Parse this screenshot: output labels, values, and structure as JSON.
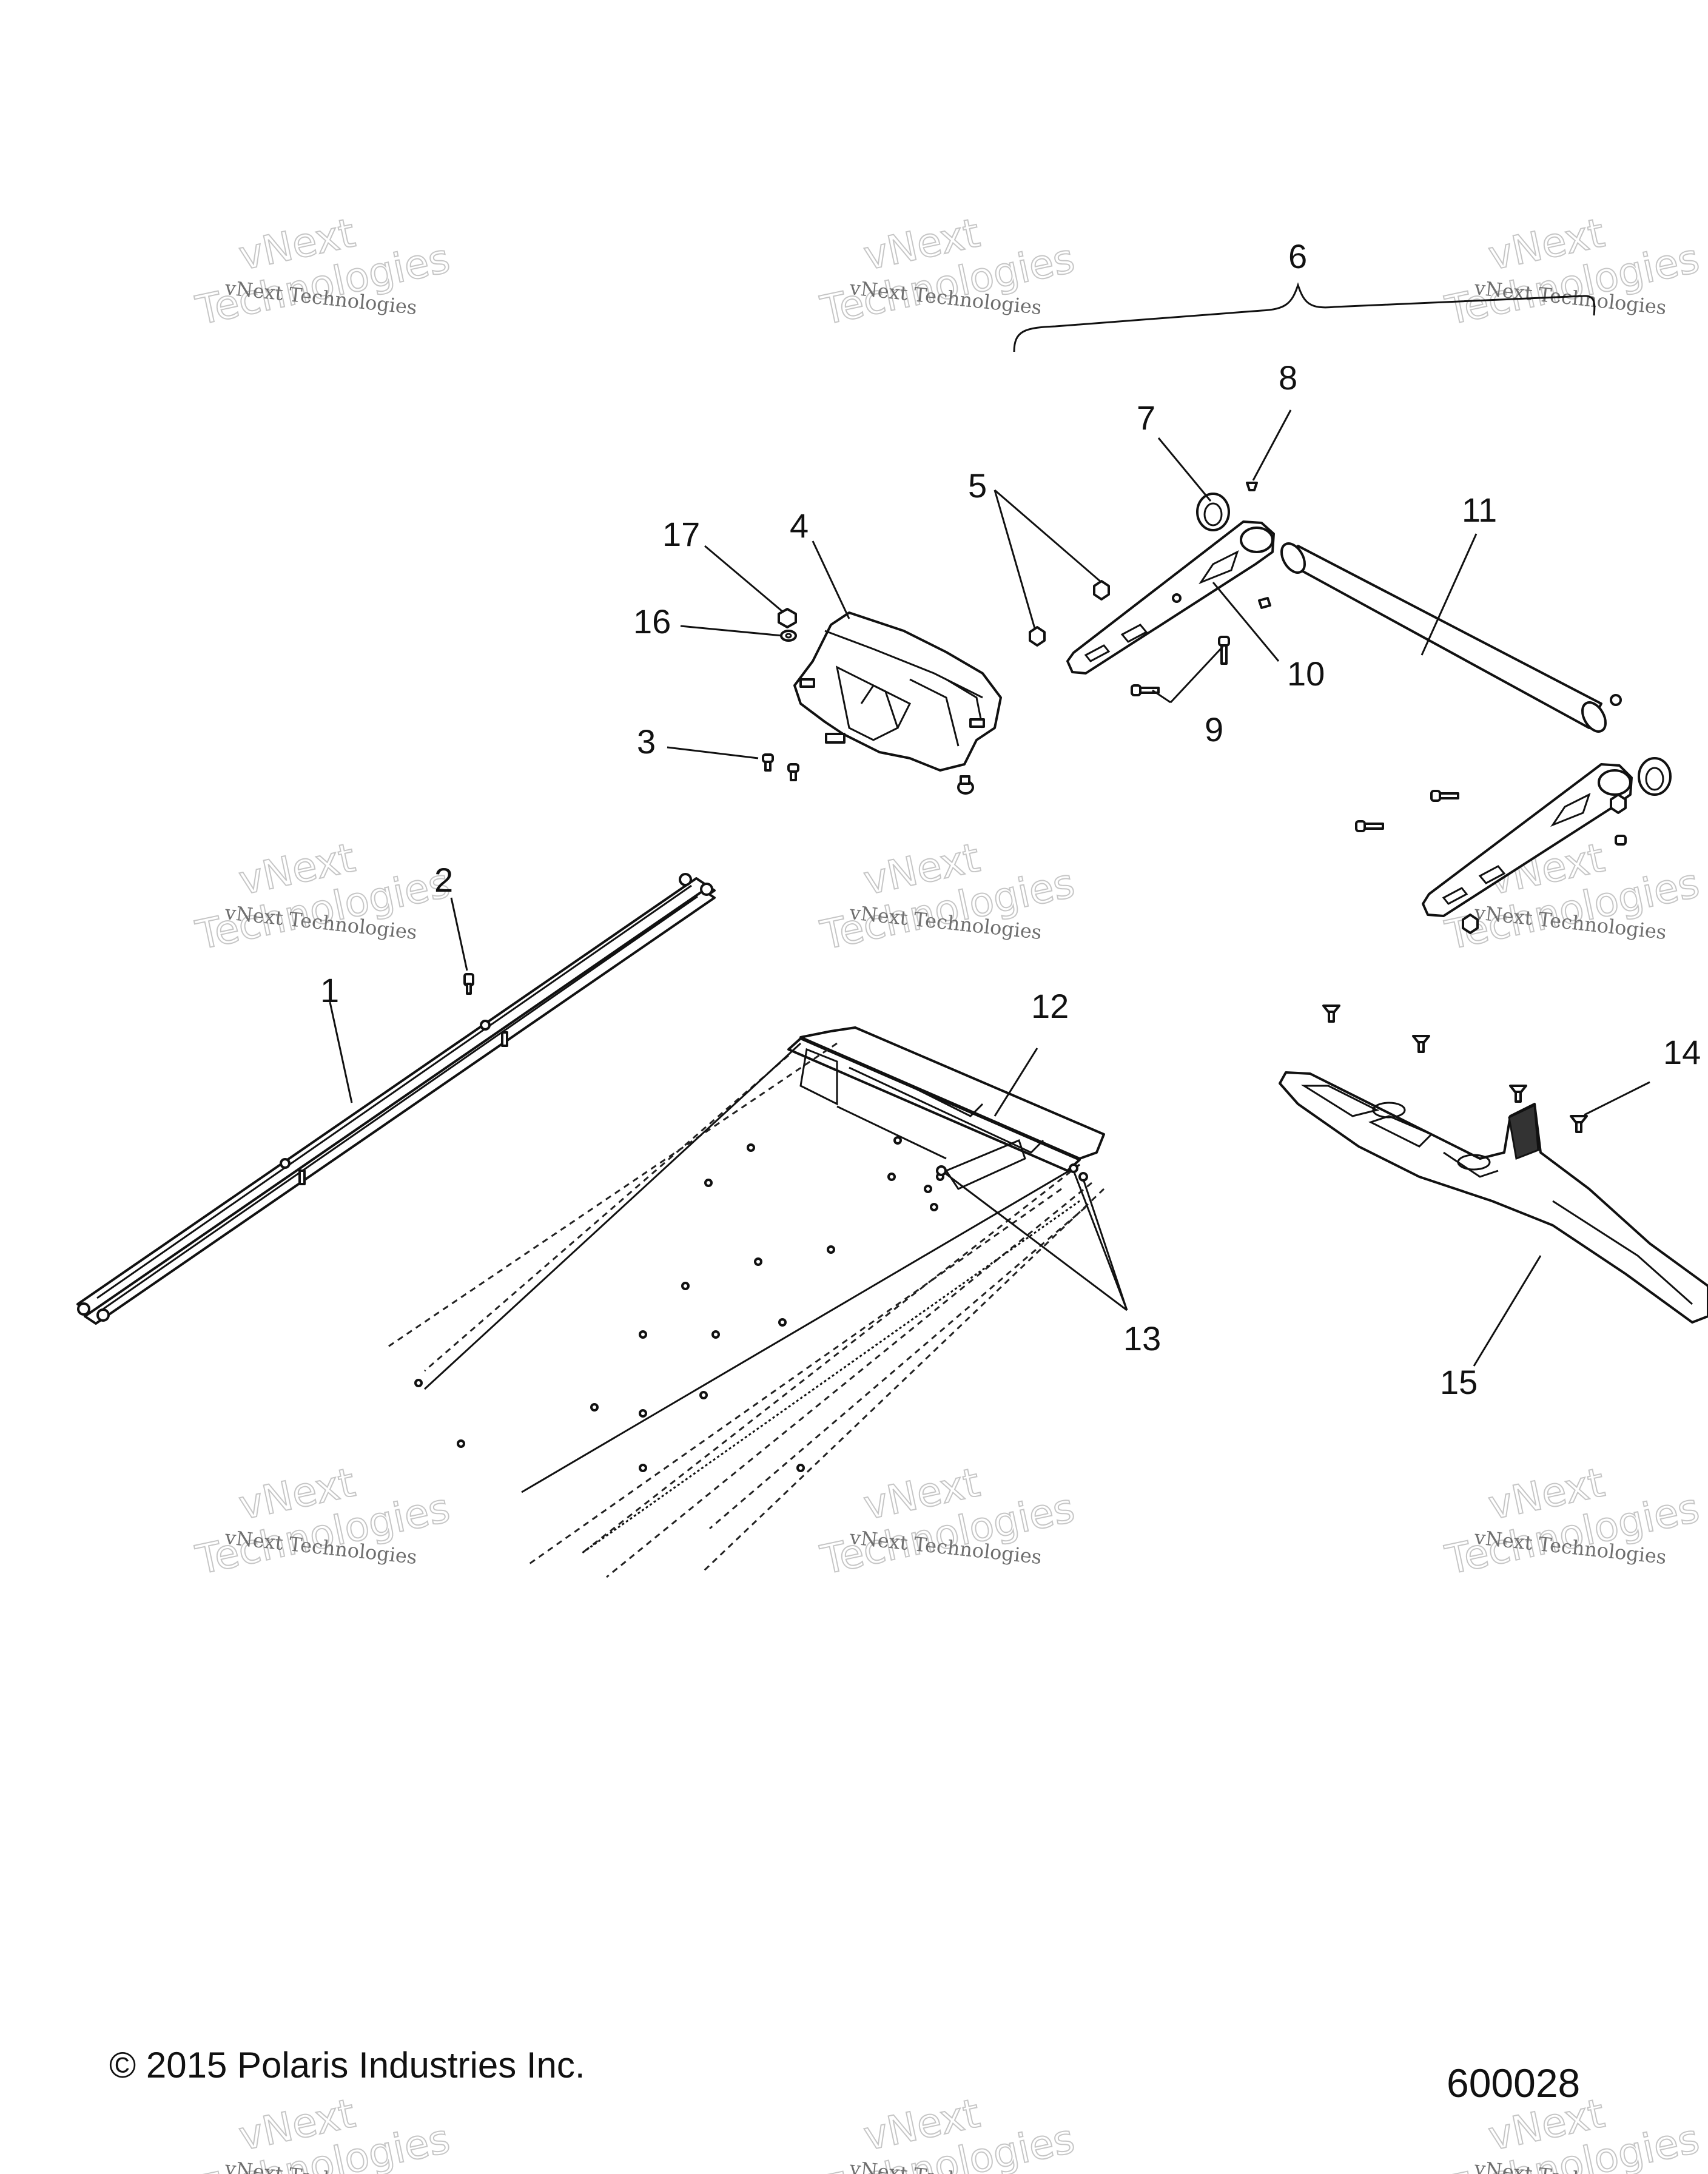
{
  "callouts": [
    {
      "id": "c1",
      "label": "1"
    },
    {
      "id": "c2",
      "label": "2"
    },
    {
      "id": "c3",
      "label": "3"
    },
    {
      "id": "c4",
      "label": "4"
    },
    {
      "id": "c5",
      "label": "5"
    },
    {
      "id": "c6",
      "label": "6"
    },
    {
      "id": "c7",
      "label": "7"
    },
    {
      "id": "c8",
      "label": "8"
    },
    {
      "id": "c9",
      "label": "9"
    },
    {
      "id": "c10",
      "label": "10"
    },
    {
      "id": "c11",
      "label": "11"
    },
    {
      "id": "c12",
      "label": "12"
    },
    {
      "id": "c13",
      "label": "13"
    },
    {
      "id": "c14",
      "label": "14"
    },
    {
      "id": "c15",
      "label": "15"
    },
    {
      "id": "c16",
      "label": "16"
    },
    {
      "id": "c17",
      "label": "17"
    }
  ],
  "watermark": {
    "line1": "vNext Technologies",
    "line2": "Technologies",
    "line3": "vNext"
  },
  "footer": {
    "copyright": "© 2015 Polaris Industries Inc.",
    "figure_number": "600028"
  }
}
